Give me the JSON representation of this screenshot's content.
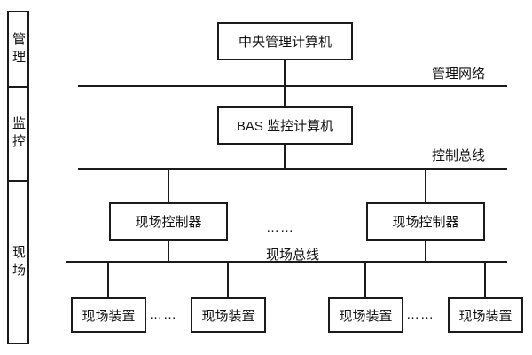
{
  "layers": [
    {
      "label": "管理"
    },
    {
      "label": "监控"
    },
    {
      "label": "现场"
    }
  ],
  "nodes": {
    "central_computer": "中央管理计算机",
    "bas_computer": "BAS 监控计算机",
    "field_controller_left": "现场控制器",
    "field_controller_right": "现场控制器",
    "field_device_1": "现场装置",
    "field_device_2": "现场装置",
    "field_device_3": "现场装置",
    "field_device_4": "现场装置"
  },
  "buses": {
    "management_network": "管理网络",
    "control_bus": "控制总线",
    "field_bus": "现场总线"
  },
  "ellipsis": {
    "controllers": "……",
    "devices_left": "……",
    "devices_right": "……"
  },
  "colors": {
    "line": "#1b1b1b",
    "background": "#ffffff"
  }
}
